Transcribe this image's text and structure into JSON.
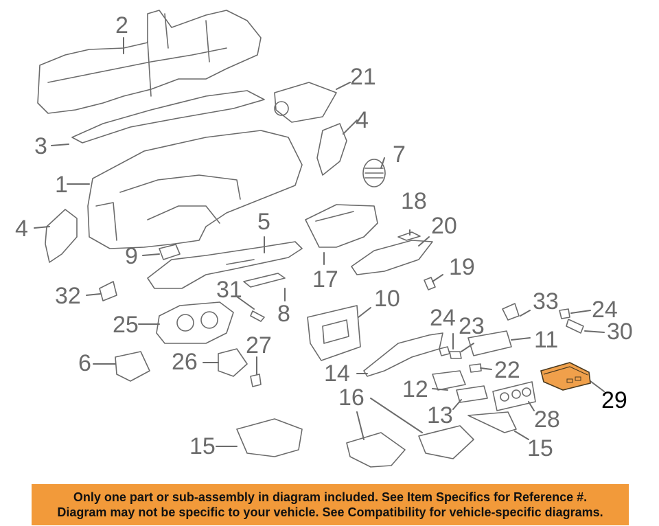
{
  "diagram": {
    "parts": [
      {
        "key": "p1",
        "label": "1"
      },
      {
        "key": "p2",
        "label": "2"
      },
      {
        "key": "p3",
        "label": "3"
      },
      {
        "key": "p4a",
        "label": "4"
      },
      {
        "key": "p4b",
        "label": "4"
      },
      {
        "key": "p5",
        "label": "5"
      },
      {
        "key": "p6",
        "label": "6"
      },
      {
        "key": "p7",
        "label": "7"
      },
      {
        "key": "p8",
        "label": "8"
      },
      {
        "key": "p9",
        "label": "9"
      },
      {
        "key": "p10",
        "label": "10"
      },
      {
        "key": "p11",
        "label": "11"
      },
      {
        "key": "p12",
        "label": "12"
      },
      {
        "key": "p13",
        "label": "13"
      },
      {
        "key": "p14",
        "label": "14"
      },
      {
        "key": "p15a",
        "label": "15"
      },
      {
        "key": "p15b",
        "label": "15"
      },
      {
        "key": "p16",
        "label": "16"
      },
      {
        "key": "p17",
        "label": "17"
      },
      {
        "key": "p18",
        "label": "18"
      },
      {
        "key": "p19",
        "label": "19"
      },
      {
        "key": "p20",
        "label": "20"
      },
      {
        "key": "p21",
        "label": "21"
      },
      {
        "key": "p22",
        "label": "22"
      },
      {
        "key": "p23",
        "label": "23"
      },
      {
        "key": "p24a",
        "label": "24"
      },
      {
        "key": "p24b",
        "label": "24"
      },
      {
        "key": "p25",
        "label": "25"
      },
      {
        "key": "p26",
        "label": "26"
      },
      {
        "key": "p27",
        "label": "27"
      },
      {
        "key": "p28",
        "label": "28"
      },
      {
        "key": "p29",
        "label": "29",
        "highlighted": true
      },
      {
        "key": "p30",
        "label": "30"
      },
      {
        "key": "p31",
        "label": "31"
      },
      {
        "key": "p32",
        "label": "32"
      },
      {
        "key": "p33",
        "label": "33"
      }
    ],
    "colors": {
      "line": "#6b6b6b",
      "highlight_fill": "#f0a04b",
      "highlight_text": "#000000"
    }
  },
  "banner": {
    "line1": "Only one part or sub-assembly in diagram included. See Item Specifics for Reference #.",
    "line2": "Diagram may not be specific to your vehicle. See Compatibility for vehicle-specific diagrams.",
    "background": "#f29a3a"
  }
}
